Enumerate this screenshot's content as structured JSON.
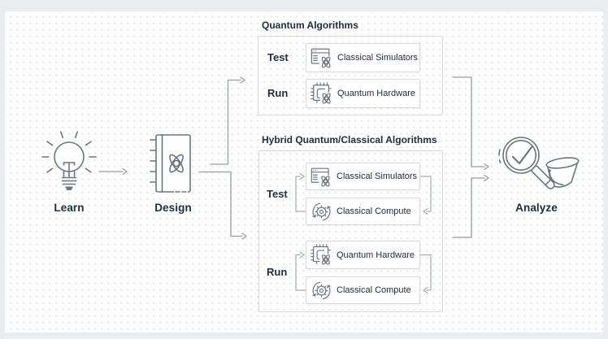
{
  "colors": {
    "page-bg": "#e9edf0",
    "panel-bg": "#fdfdfd",
    "dot": "#e9ebec",
    "ink": "#232f3e",
    "icon": "#6b7680",
    "line": "#94a0a6",
    "loop": "#a4aeb3",
    "card-border": "#d6dadd",
    "box-border": "#d6dadd"
  },
  "stages": {
    "learn": {
      "label": "Learn",
      "icon": "lightbulb-icon"
    },
    "design": {
      "label": "Design",
      "icon": "notebook-atom-icon"
    },
    "analyze": {
      "label": "Analyze",
      "icon": "magnifier-bucket-icon"
    }
  },
  "sections": [
    {
      "title": "Quantum Algorithms",
      "rows": [
        {
          "label": "Test",
          "cards": [
            {
              "label": "Classical Simulators",
              "icon": "classical-simulators-icon"
            }
          ]
        },
        {
          "label": "Run",
          "cards": [
            {
              "label": "Quantum Hardware",
              "icon": "quantum-hardware-icon"
            }
          ]
        }
      ]
    },
    {
      "title": "Hybrid Quantum/Classical Algorithms",
      "rows": [
        {
          "label": "Test",
          "cards": [
            {
              "label": "Classical Simulators",
              "icon": "classical-simulators-icon"
            },
            {
              "label": "Classical Compute",
              "icon": "classical-compute-icon"
            }
          ]
        },
        {
          "label": "Run",
          "cards": [
            {
              "label": "Quantum Hardware",
              "icon": "quantum-hardware-icon"
            },
            {
              "label": "Classical Compute",
              "icon": "classical-compute-icon"
            }
          ]
        }
      ]
    }
  ]
}
